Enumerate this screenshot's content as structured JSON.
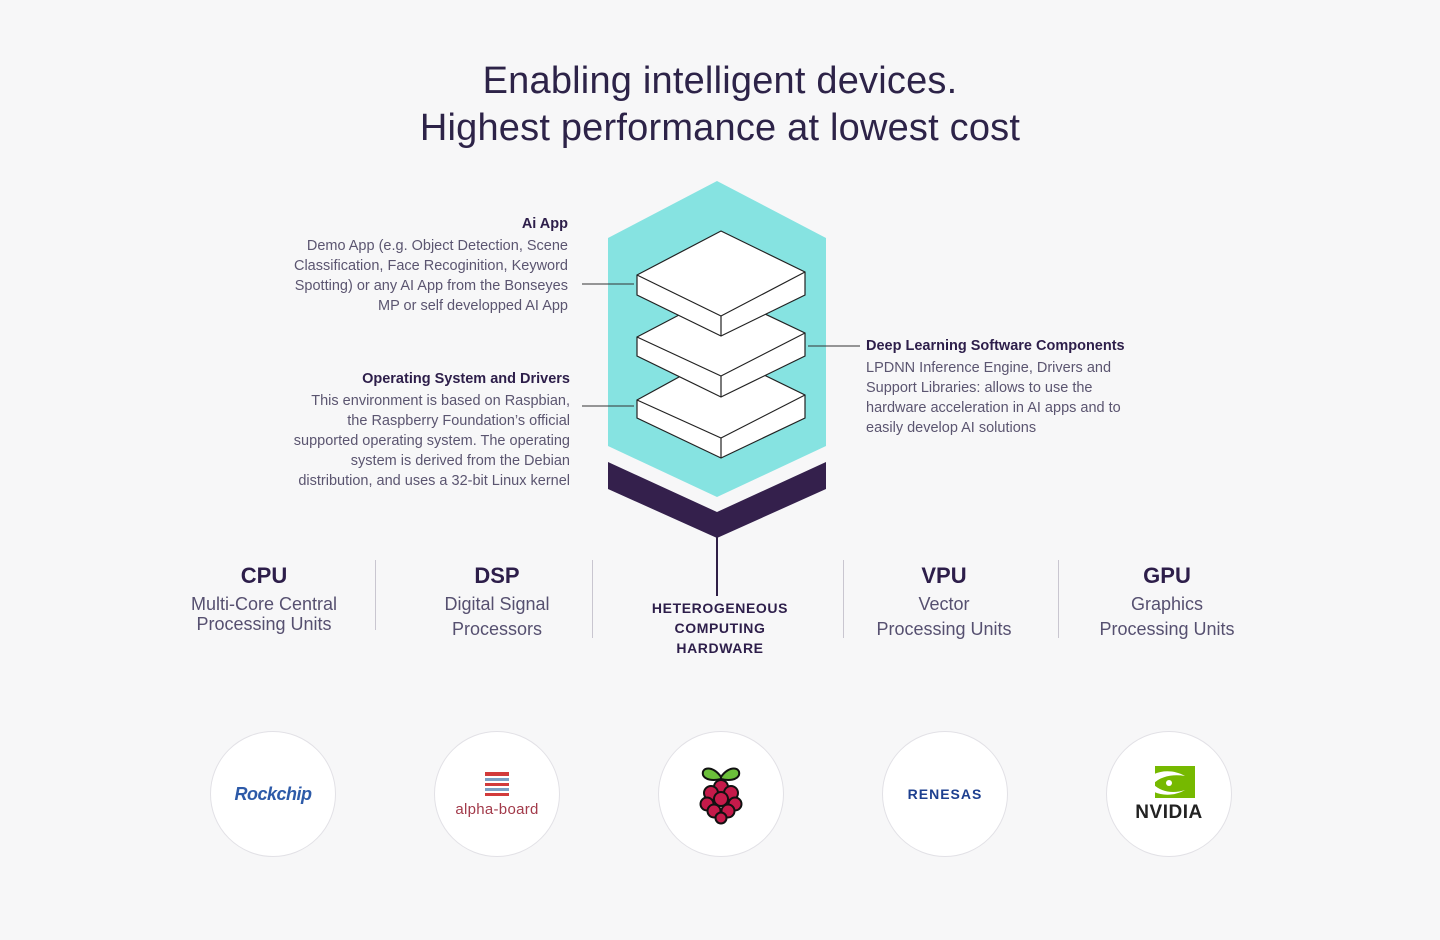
{
  "header": {
    "line1": "Enabling intelligent devices.",
    "line2": "Highest performance at lowest cost"
  },
  "callouts": {
    "ai_app": {
      "title": "Ai App",
      "body": "Demo App (e.g. Object Detection, Scene\nClassification, Face Recoginition, Keyword\nSpotting) or any AI App from the Bonseyes\nMP or self developped AI App"
    },
    "os": {
      "title": "Operating System and Drivers",
      "body": "This environment is based on Raspbian,\nthe Raspberry Foundation’s official\nsupported operating system. The operating\nsystem is derived from the Debian\ndistribution, and uses a 32-bit Linux kernel"
    },
    "dl": {
      "title": "Deep Learning Software Components",
      "body": "LPDNN Inference Engine, Drivers and\nSupport Libraries: allows to use the\nhardware acceleration in AI apps and to\neasily develop AI solutions"
    }
  },
  "processors": [
    {
      "code": "CPU",
      "desc": "Multi-Core Central\nProcessing Units"
    },
    {
      "code": "DSP",
      "desc": "Digital Signal\nProcessors"
    },
    {
      "code": "VPU",
      "desc": "Vector\nProcessing Units"
    },
    {
      "code": "GPU",
      "desc": "Graphics\nProcessing Units"
    }
  ],
  "center_label": "HETEROGENEOUS\nCOMPUTING\nHARDWARE",
  "logos": {
    "rockchip": "Rockchip",
    "alpha_board": "alpha-board",
    "raspberry": "raspberry-pi-logo",
    "renesas": "RENESAS",
    "nvidia": "NVIDIA"
  },
  "colors": {
    "teal": "#86e3e1",
    "dark_purple": "#34204c",
    "text": "#2d1e4a"
  }
}
